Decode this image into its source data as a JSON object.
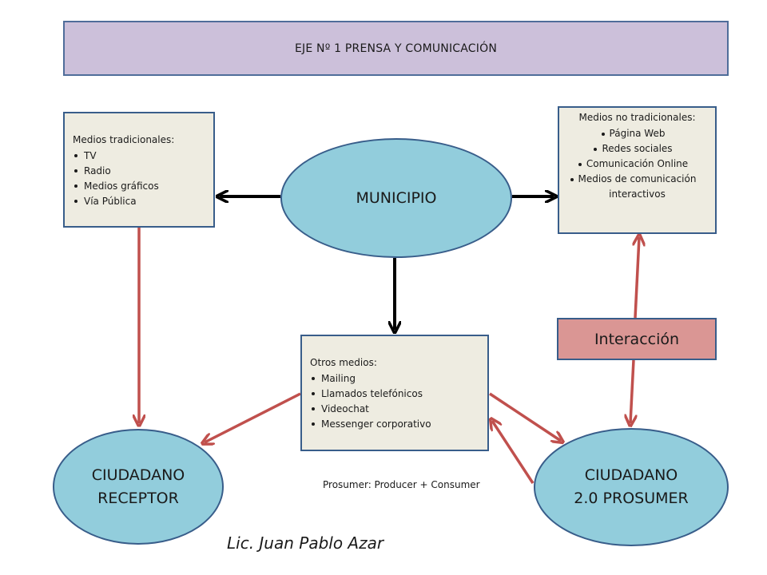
{
  "header": {
    "title": "EJE Nº 1 PRENSA Y COMUNICACIÓN"
  },
  "traditional": {
    "title": "Medios tradicionales:",
    "items": [
      "TV",
      "Radio",
      "Medios gráficos",
      "Vía Pública"
    ]
  },
  "non_traditional": {
    "title": "Medios no tradicionales:",
    "items": [
      "Página Web",
      "Redes sociales",
      "Comunicación Online",
      "Medios de comunicación interactivos"
    ]
  },
  "other": {
    "title": "Otros medios:",
    "items": [
      "Mailing",
      "Llamados telefónicos",
      "Videochat",
      "Messenger corporativo"
    ]
  },
  "center": {
    "label": "MUNICIPIO"
  },
  "receptor": {
    "line1": "CIUDADANO",
    "line2": "RECEPTOR"
  },
  "prosumer": {
    "line1": "CIUDADANO",
    "line2": "2.0 PROSUMER"
  },
  "interaction": {
    "label": "Interacción"
  },
  "note": "Prosumer: Producer + Consumer",
  "author": "Lic. Juan Pablo Azar",
  "colors": {
    "header_fill": "#ccc0da",
    "box_fill": "#eeece1",
    "ellipse_fill": "#92cddc",
    "interaction_fill": "#da9694",
    "black_arrow": "#000000",
    "red_arrow": "#c0504d"
  }
}
